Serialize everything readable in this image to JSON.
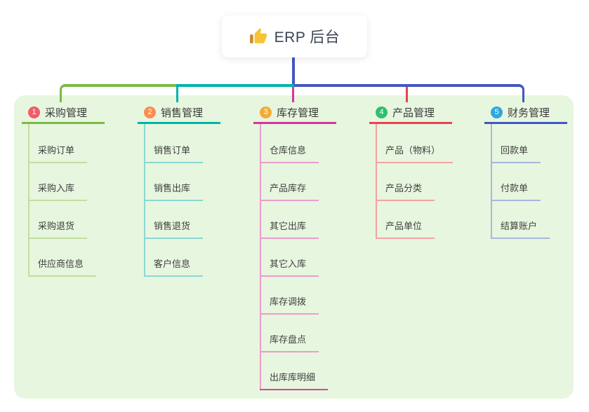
{
  "root": {
    "title": "ERP 后台",
    "icon": "thumbs-up-icon"
  },
  "colors": {
    "panel_bg": "#e7f6de",
    "trunk": "#4356c5",
    "title_text": "#3a4454"
  },
  "branches": [
    {
      "index": "1",
      "label": "采购管理",
      "colors": {
        "badge": "#f25b6c",
        "line": "#7dba44",
        "child_line": "#bfdf9f"
      },
      "children": [
        "采购订单",
        "采购入库",
        "采购退货",
        "供应商信息"
      ]
    },
    {
      "index": "2",
      "label": "销售管理",
      "colors": {
        "badge": "#fb8c4e",
        "line": "#00b3ab",
        "child_line": "#8ad8d2"
      },
      "children": [
        "销售订单",
        "销售出库",
        "销售退货",
        "客户信息"
      ]
    },
    {
      "index": "3",
      "label": "库存管理",
      "colors": {
        "badge": "#f3ab37",
        "line": "#d6369f",
        "child_line": "#eb9ccd",
        "last_child_line": "#e0409f"
      },
      "children": [
        "仓库信息",
        "产品库存",
        "其它出库",
        "其它入库",
        "库存调拨",
        "库存盘点",
        "出库库明细"
      ]
    },
    {
      "index": "4",
      "label": "产品管理",
      "colors": {
        "badge": "#2ebf6e",
        "line": "#e8434f",
        "child_line": "#f5a2a3"
      },
      "children": [
        "产品（物料）",
        "产品分类",
        "产品单位"
      ]
    },
    {
      "index": "5",
      "label": "财务管理",
      "colors": {
        "badge": "#2ea7df",
        "line": "#4356c5",
        "child_line": "#a5b8de"
      },
      "children": [
        "回款单",
        "付款单",
        "结算账户"
      ]
    }
  ]
}
